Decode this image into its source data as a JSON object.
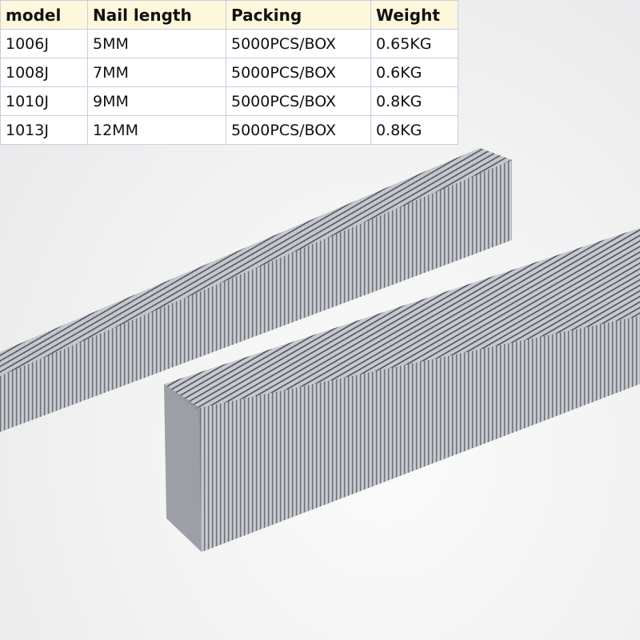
{
  "spec_table": {
    "headers": [
      "model",
      "Nail length",
      "Packing",
      "Weight"
    ],
    "rows": [
      [
        "1006J",
        "5MM",
        "5000PCS/BOX",
        "0.65KG"
      ],
      [
        "1008J",
        "7MM",
        "5000PCS/BOX",
        "0.6KG"
      ],
      [
        "1010J",
        "9MM",
        "5000PCS/BOX",
        "0.8KG"
      ],
      [
        "1013J",
        "12MM",
        "5000PCS/BOX",
        "0.8KG"
      ]
    ],
    "header_bg": "#fdf7dc",
    "border_color": "#c9cde0"
  },
  "photo": {
    "subject": "two strips of galvanized steel staples",
    "metal_color": "#a9adb3"
  }
}
